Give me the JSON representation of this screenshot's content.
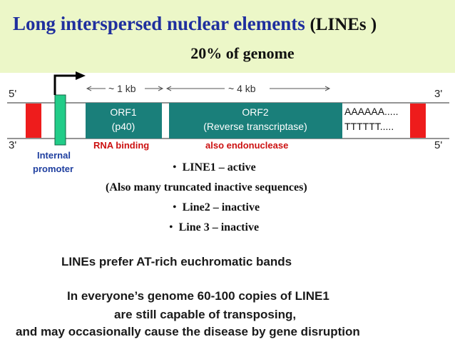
{
  "header": {
    "title_main": "Long interspersed nuclear elements",
    "title_abbr": "(LINEs )",
    "subtitle": "20% of genome"
  },
  "diagram": {
    "top_left_end": "5'",
    "top_right_end": "3'",
    "bottom_left_end": "3'",
    "bottom_right_end": "5'",
    "span_1kb": "~ 1 kb",
    "span_4kb": "~ 4 kb",
    "orf1_name": "ORF1",
    "orf1_product": "(p40)",
    "orf2_name": "ORF2",
    "orf2_product": "(Reverse transcriptase)",
    "poly_a": "AAAAAA.....",
    "poly_t": "TTTTTT.....",
    "orf1_function": "RNA binding",
    "orf2_function": "also endonuclease",
    "promoter_line1": "Internal",
    "promoter_line2": "promoter",
    "colors": {
      "orf_box": "#1a7f7a",
      "flank_box": "#ee1c1c",
      "promoter_box": "#22cc88",
      "function_label": "#cc1111",
      "promoter_label": "#2040a0"
    }
  },
  "bullets": {
    "line1": "LINE1 – active",
    "truncated": "(Also many truncated inactive sequences)",
    "line2": "Line2 – inactive",
    "line3": "Line 3 – inactive"
  },
  "notes": {
    "at_rich": "LINEs prefer AT-rich euchromatic bands",
    "copies_line1": "In everyone’s genome 60-100 copies of LINE1",
    "copies_line2": "are still capable of transposing,",
    "copies_line3": "and may occasionally cause the disease by gene disruption"
  }
}
